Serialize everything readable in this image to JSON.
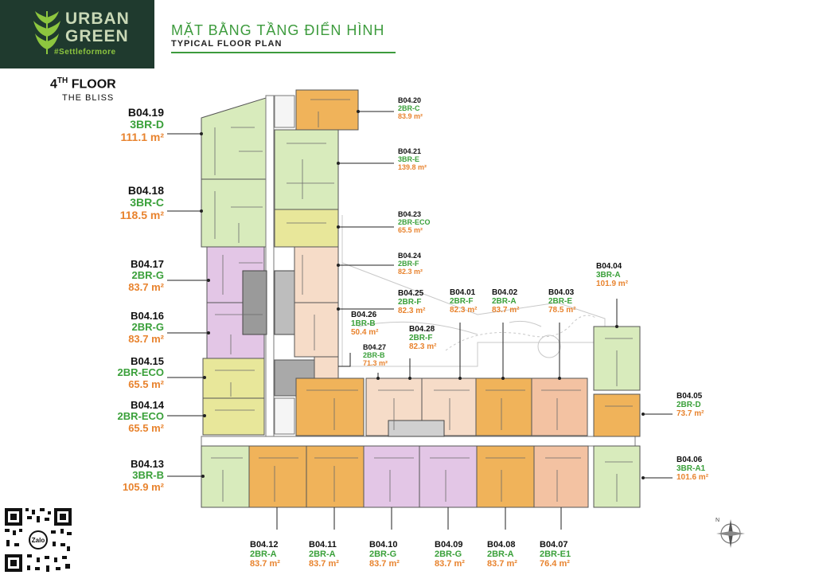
{
  "brand": {
    "line1": "URBAN",
    "line2": "GREEN",
    "tagline": "#Settleformore"
  },
  "header": {
    "title": "MẶT BẰNG TẦNG ĐIỂN HÌNH",
    "subtitle": "TYPICAL FLOOR PLAN"
  },
  "floor": {
    "number": "4",
    "suffix": "TH",
    "word": "FLOOR",
    "name": "THE BLISS"
  },
  "units": {
    "b0419": {
      "code": "B04.19",
      "type": "3BR-D",
      "area": "111.1 m²"
    },
    "b0418": {
      "code": "B04.18",
      "type": "3BR-C",
      "area": "118.5 m²"
    },
    "b0417": {
      "code": "B04.17",
      "type": "2BR-G",
      "area": "83.7 m²"
    },
    "b0416": {
      "code": "B04.16",
      "type": "2BR-G",
      "area": "83.7 m²"
    },
    "b0415": {
      "code": "B04.15",
      "type": "2BR-ECO",
      "area": "65.5 m²"
    },
    "b0414": {
      "code": "B04.14",
      "type": "2BR-ECO",
      "area": "65.5 m²"
    },
    "b0413": {
      "code": "B04.13",
      "type": "3BR-B",
      "area": "105.9 m²"
    },
    "b0420": {
      "code": "B04.20",
      "type": "2BR-C",
      "area": "83.9 m²"
    },
    "b0421": {
      "code": "B04.21",
      "type": "3BR-E",
      "area": "139.8 m²"
    },
    "b0423": {
      "code": "B04.23",
      "type": "2BR-ECO",
      "area": "65.5 m²"
    },
    "b0424": {
      "code": "B04.24",
      "type": "2BR-F",
      "area": "82.3 m²"
    },
    "b0425": {
      "code": "B04.25",
      "type": "2BR-F",
      "area": "82.3 m²"
    },
    "b0426": {
      "code": "B04.26",
      "type": "1BR-B",
      "area": "50.4 m²"
    },
    "b0427": {
      "code": "B04.27",
      "type": "2BR-B",
      "area": "71.3 m²"
    },
    "b0428": {
      "code": "B04.28",
      "type": "2BR-F",
      "area": "82.3 m²"
    },
    "b0401": {
      "code": "B04.01",
      "type": "2BR-F",
      "area": "82.3 m²"
    },
    "b0402": {
      "code": "B04.02",
      "type": "2BR-A",
      "area": "83.7 m²"
    },
    "b0403": {
      "code": "B04.03",
      "type": "2BR-E",
      "area": "78.5 m²"
    },
    "b0404": {
      "code": "B04.04",
      "type": "3BR-A",
      "area": "101.9 m²"
    },
    "b0405": {
      "code": "B04.05",
      "type": "2BR-D",
      "area": "73.7 m²"
    },
    "b0406": {
      "code": "B04.06",
      "type": "3BR-A1",
      "area": "101.6 m²"
    },
    "b0412": {
      "code": "B04.12",
      "type": "2BR-A",
      "area": "83.7 m²"
    },
    "b0411": {
      "code": "B04.11",
      "type": "2BR-A",
      "area": "83.7 m²"
    },
    "b0410": {
      "code": "B04.10",
      "type": "2BR-G",
      "area": "83.7 m²"
    },
    "b0409": {
      "code": "B04.09",
      "type": "2BR-G",
      "area": "83.7 m²"
    },
    "b0408": {
      "code": "B04.08",
      "type": "2BR-A",
      "area": "83.7 m²"
    },
    "b0407": {
      "code": "B04.07",
      "type": "2BR-E1",
      "area": "76.4 m²"
    }
  },
  "colors": {
    "green3br": "#d8ebbc",
    "pink2bg": "#e3c6e6",
    "orange2a": "#f0b35a",
    "yellowEco": "#e8e79a",
    "peach": "#f6dcc8",
    "salmon": "#f3c2a2",
    "gray": "#a9a9a9",
    "label_green": "#3aa03a",
    "label_orange": "#e8832e"
  },
  "qr": {
    "badge": "Zalo"
  },
  "compass": {
    "icon": "compass-icon",
    "north": "N"
  }
}
